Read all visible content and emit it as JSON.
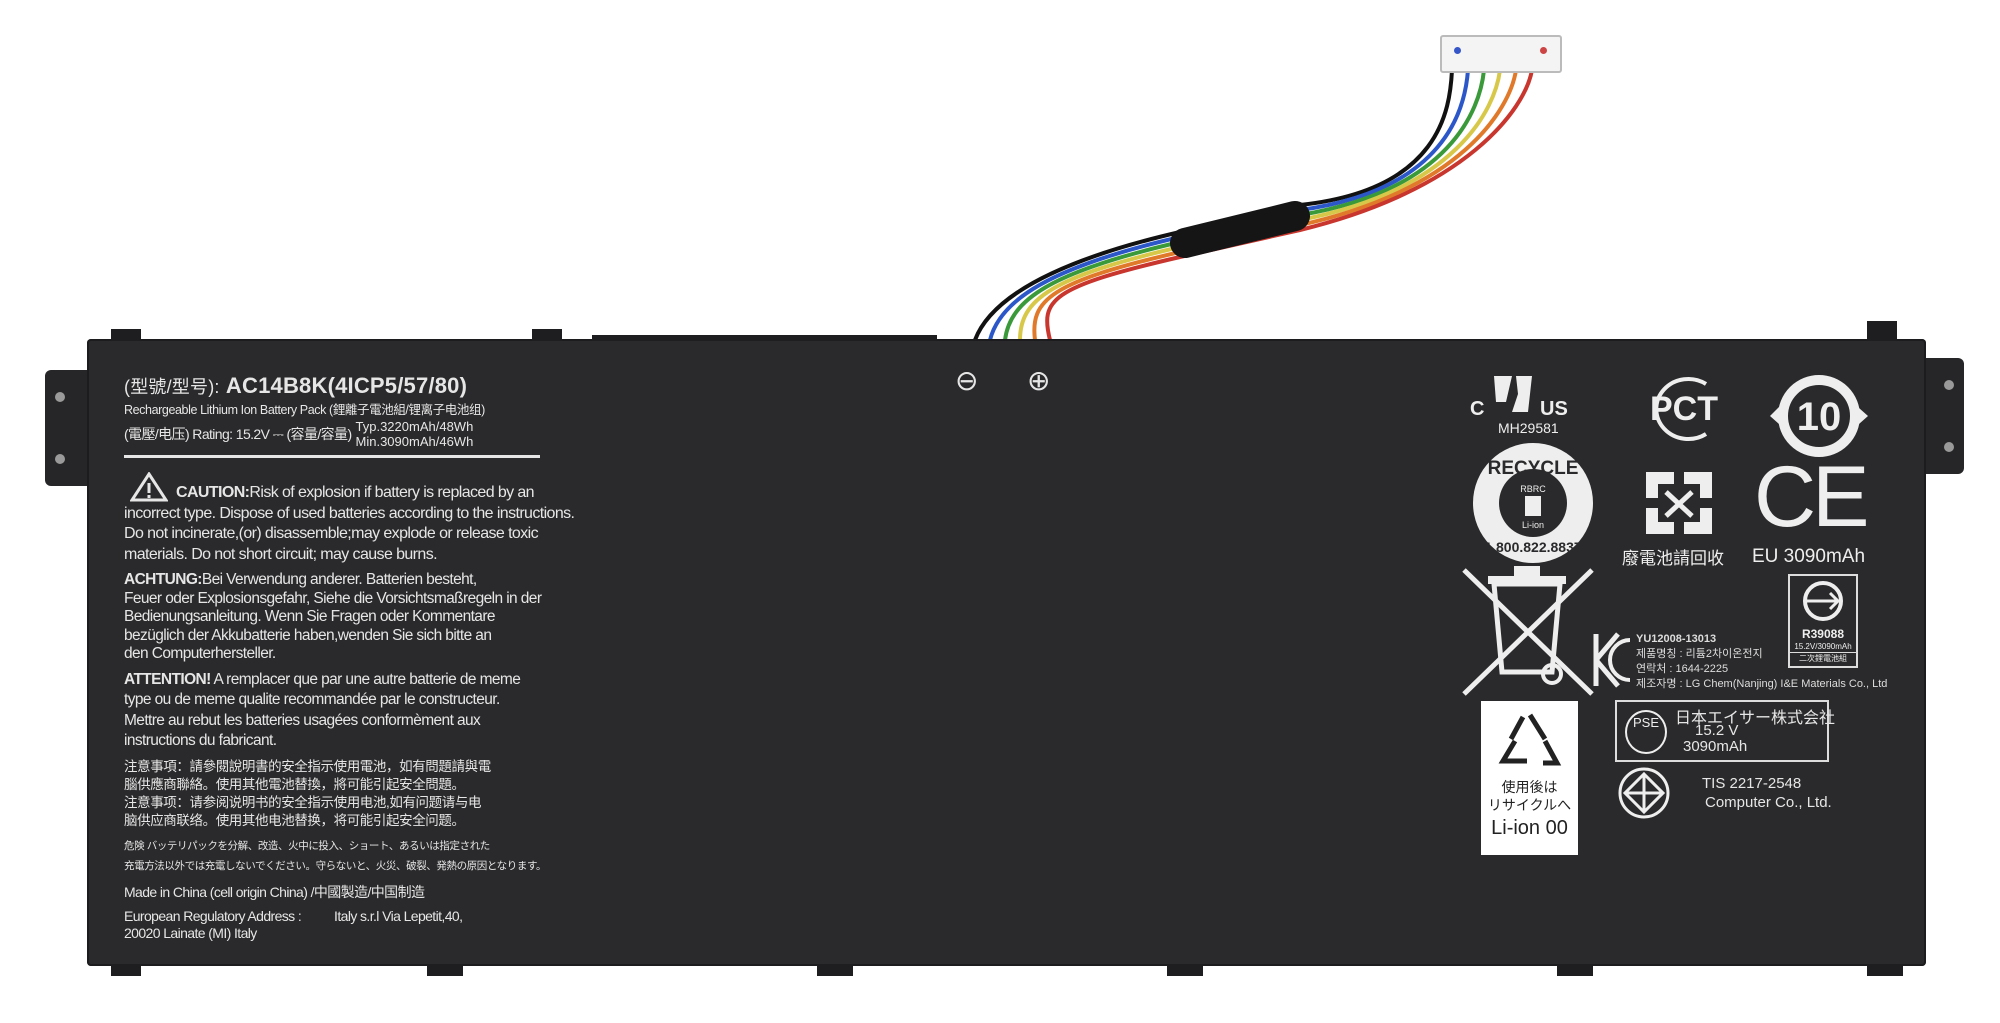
{
  "product": {
    "model_prefix": "(型號/型号):",
    "model": "AC14B8K(4ICP5/57/80)",
    "description": "Rechargeable Lithium Ion Battery Pack (鋰離子電池組/锂离子电池组)",
    "rating_prefix": "(電壓/电压) Rating: 15.2V ⎓ (容量/容量)",
    "typ": "Typ.3220mAh/48Wh",
    "min": "Min.3090mAh/46Wh"
  },
  "terminals": {
    "negative": "⊖",
    "positive": "⊕"
  },
  "warnings": {
    "caution_label": "CAUTION:",
    "caution_lines": [
      "Risk of explosion if battery is replaced by an",
      "incorrect type. Dispose of used batteries according to the instructions.",
      "Do not incinerate,(or) disassemble;may explode or release toxic",
      "materials. Do not short circuit; may cause burns."
    ],
    "achtung_label": "ACHTUNG:",
    "achtung_lines": [
      "Bei Verwendung anderer. Batterien besteht,",
      "Feuer oder Explosionsgefahr, Siehe die Vorsichtsmaßregeln in der",
      "Bedienungsanleitung. Wenn Sie Fragen oder Kommentare",
      "bezüglich der Akkubatterie haben,wenden Sie sich bitte an",
      "den Computerhersteller."
    ],
    "attention_label": "ATTENTION!",
    "attention_lines": [
      " A remplacer que par une autre batterie de meme",
      "type ou de meme qualite recommandée par le constructeur.",
      "Mettre au rebut les batteries usagées conformèment aux",
      "instructions du fabricant."
    ],
    "chinese_lines": [
      "注意事項：請參閱說明書的安全指示使用電池，如有問題請與電",
      "腦供應商聯絡。使用其他電池替換，將可能引起安全問題。",
      "注意事项：请参阅说明书的安全指示使用电池,如有问题请与电",
      "脑供应商联络。使用其他电池替换，将可能引起安全问题。"
    ],
    "japanese_lines": [
      "危険 バッテリパックを分解、改造、火中に投入、ショート、あるいは指定された",
      "充電方法以外では充電しないでください。守らないと、火災、破裂、発熱の原因となります。"
    ],
    "made_in": "Made in China (cell origin China) /中國製造/中国制造",
    "eu_address_lines": [
      "European Regulatory Address :          Italy s.r.l Via Lepetit,40,",
      "20020 Lainate (MI) Italy"
    ]
  },
  "certifications": {
    "ul": {
      "c": "C",
      "us": "US",
      "number": "MH29581"
    },
    "pct": "PCT",
    "china_rohs": "10",
    "rbrc": {
      "top": "RECYCLE",
      "inner": "RBRC",
      "type": "Li-ion",
      "phone": "1.800.822.8837"
    },
    "taiwan_recycle": "廢電池請回收",
    "ce": "CE",
    "ce_caption": "EU 3090mAh",
    "bsmi": {
      "code": "R39088",
      "spec": "15.2V/3090mAh",
      "type": "二次鋰電池組"
    },
    "kc": {
      "lines": [
        "YU12008-13013",
        "제품명칭 : 리튬2차이온전지",
        "연락처 : 1644-2225",
        "제조자명 : LG Chem(Nanjing) I&E Materials Co., Ltd"
      ]
    },
    "japan_recycle": {
      "lines": [
        "使用後は",
        "リサイクルへ"
      ],
      "type": "Li-ion 00"
    },
    "pse": {
      "mark": "PSE",
      "company": "日本エイサー株式会社",
      "voltage": "15.2 V",
      "capacity": "3090mAh"
    },
    "tis": {
      "lines": [
        "TIS 2217-2548",
        "Computer Co., Ltd."
      ]
    }
  },
  "colors": {
    "battery": "#2a2a2c",
    "label_text": "#e6e6e6",
    "wires": [
      "#111111",
      "#2b57c9",
      "#3a9a3a",
      "#d8c84a",
      "#e07a2a",
      "#c8362e"
    ]
  }
}
